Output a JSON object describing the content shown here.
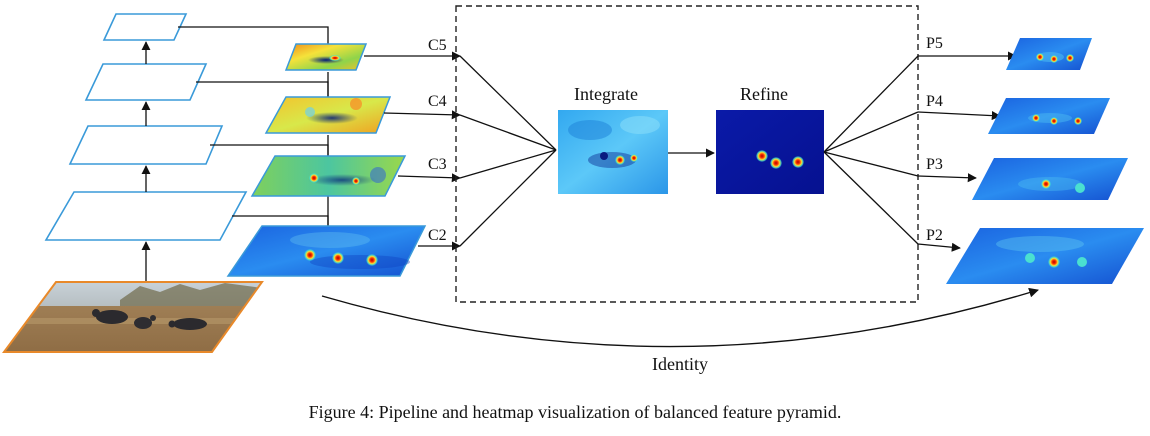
{
  "labels": {
    "c5": "C5",
    "c4": "C4",
    "c3": "C3",
    "c2": "C2",
    "integrate": "Integrate",
    "refine": "Refine",
    "p5": "P5",
    "p4": "P4",
    "p3": "P3",
    "p2": "P2",
    "identity": "Identity"
  },
  "caption": "Figure 4: Pipeline and heatmap visualization of balanced feature pyramid.",
  "colors": {
    "pyramid_outline": "#3a9ad9",
    "photo_border": "#e8892a",
    "arrow": "#111111",
    "dashed_box": "#222222"
  }
}
